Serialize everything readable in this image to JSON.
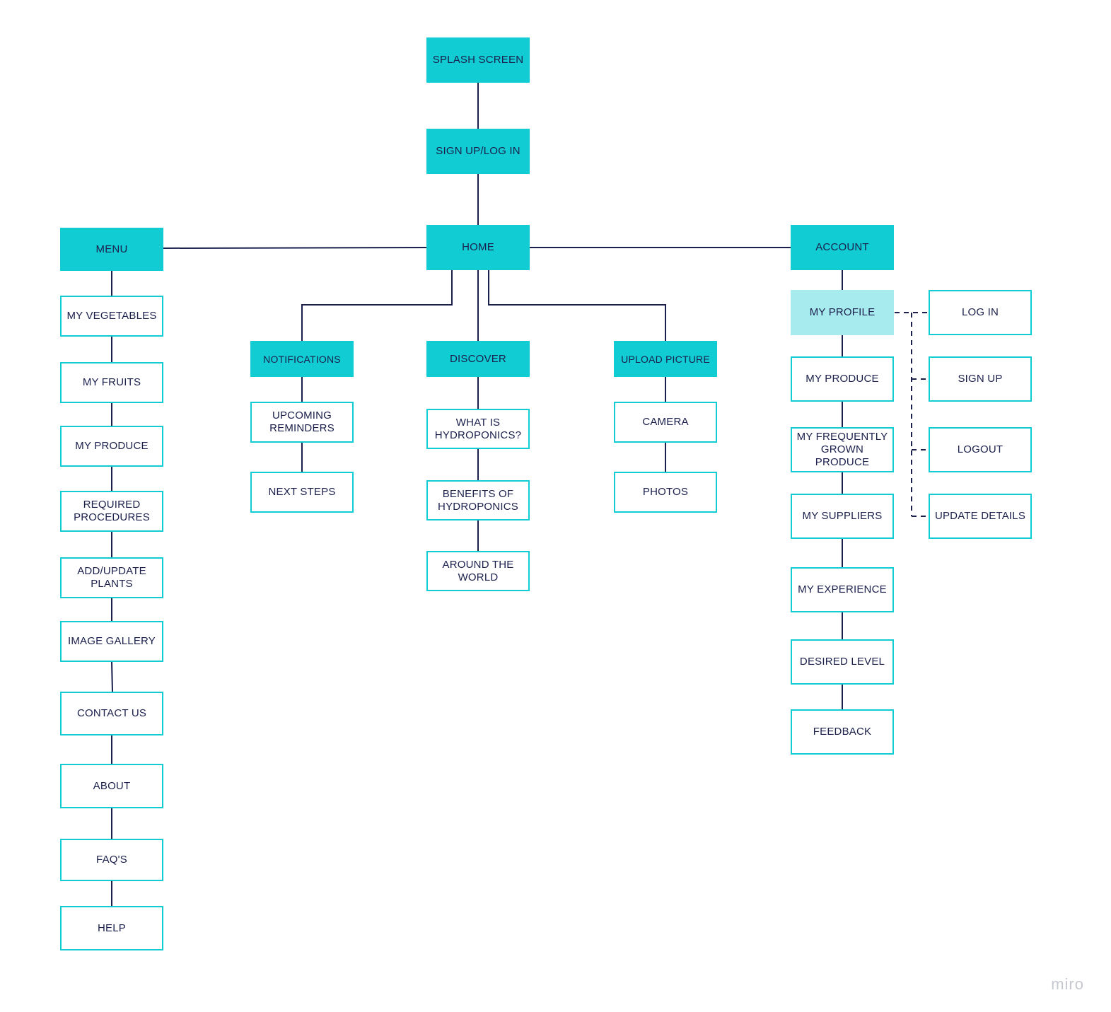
{
  "colors": {
    "primary": "#12ccd4",
    "highlight": "#a7ebee",
    "line": "#1a1f4b",
    "text": "#1a1f4b"
  },
  "nodes": {
    "splash": "SPLASH SCREEN",
    "signup_login": "SIGN UP/LOG IN",
    "home": "HOME",
    "menu": "MENU",
    "account": "ACCOUNT",
    "notifications": "NOTIFICATIONS",
    "discover": "DISCOVER",
    "upload_picture": "UPLOAD PICTURE",
    "my_vegetables": "MY VEGETABLES",
    "my_fruits": "MY FRUITS",
    "menu_my_produce": "MY PRODUCE",
    "required_procedures": "REQUIRED\nPROCEDURES",
    "add_update_plants": "ADD/UPDATE\nPLANTS",
    "image_gallery": "IMAGE GALLERY",
    "contact_us": "CONTACT US",
    "about": "ABOUT",
    "faqs": "FAQ'S",
    "help": "HELP",
    "upcoming_reminders": "UPCOMING\nREMINDERS",
    "next_steps": "NEXT STEPS",
    "what_is_hydroponics": "WHAT IS\nHYDROPONICS?",
    "benefits_of_hydroponics": "BENEFITS OF\nHYDROPONICS",
    "around_the_world": "AROUND THE\nWORLD",
    "camera": "CAMERA",
    "photos": "PHOTOS",
    "my_profile": "MY PROFILE",
    "account_my_produce": "MY PRODUCE",
    "my_frequently_grown_produce": "MY FREQUENTLY\nGROWN PRODUCE",
    "my_suppliers": "MY SUPPLIERS",
    "my_experience": "MY EXPERIENCE",
    "desired_level": "DESIRED LEVEL",
    "feedback": "FEEDBACK",
    "log_in": "LOG IN",
    "sign_up": "SIGN UP",
    "logout": "LOGOUT",
    "update_details": "UPDATE DETAILS"
  },
  "watermark": "miro"
}
